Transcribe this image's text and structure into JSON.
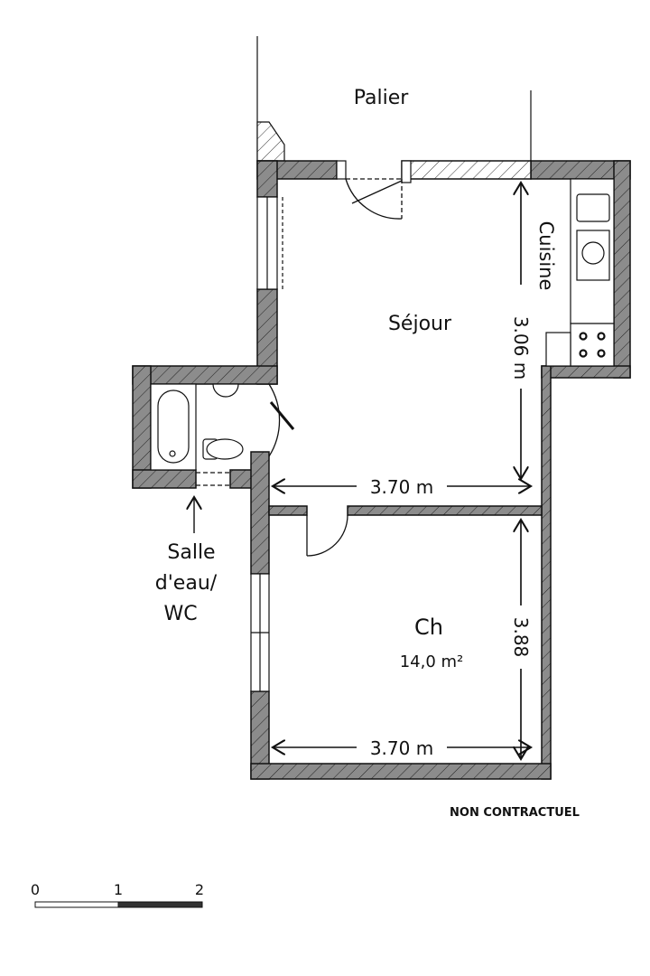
{
  "plan": {
    "rooms": {
      "landing": "Palier",
      "living": "Séjour",
      "kitchen": "Cuisine",
      "bathroom_line1": "Salle",
      "bathroom_line2": "d'eau/",
      "bathroom_line3": "WC",
      "bedroom": "Ch",
      "bedroom_area": "14,0 m²"
    },
    "dimensions": {
      "living_width": "3.70 m",
      "living_depth": "3.06 m",
      "bedroom_width": "3.70 m",
      "bedroom_depth": "3.88"
    },
    "disclaimer": "NON CONTRACTUEL",
    "scale": {
      "ticks": [
        "0",
        "1",
        "2"
      ],
      "unit_meters": 1
    },
    "colors": {
      "wall": "#8c8c8c",
      "line": "#111111",
      "scale_dark": "#333333"
    }
  }
}
